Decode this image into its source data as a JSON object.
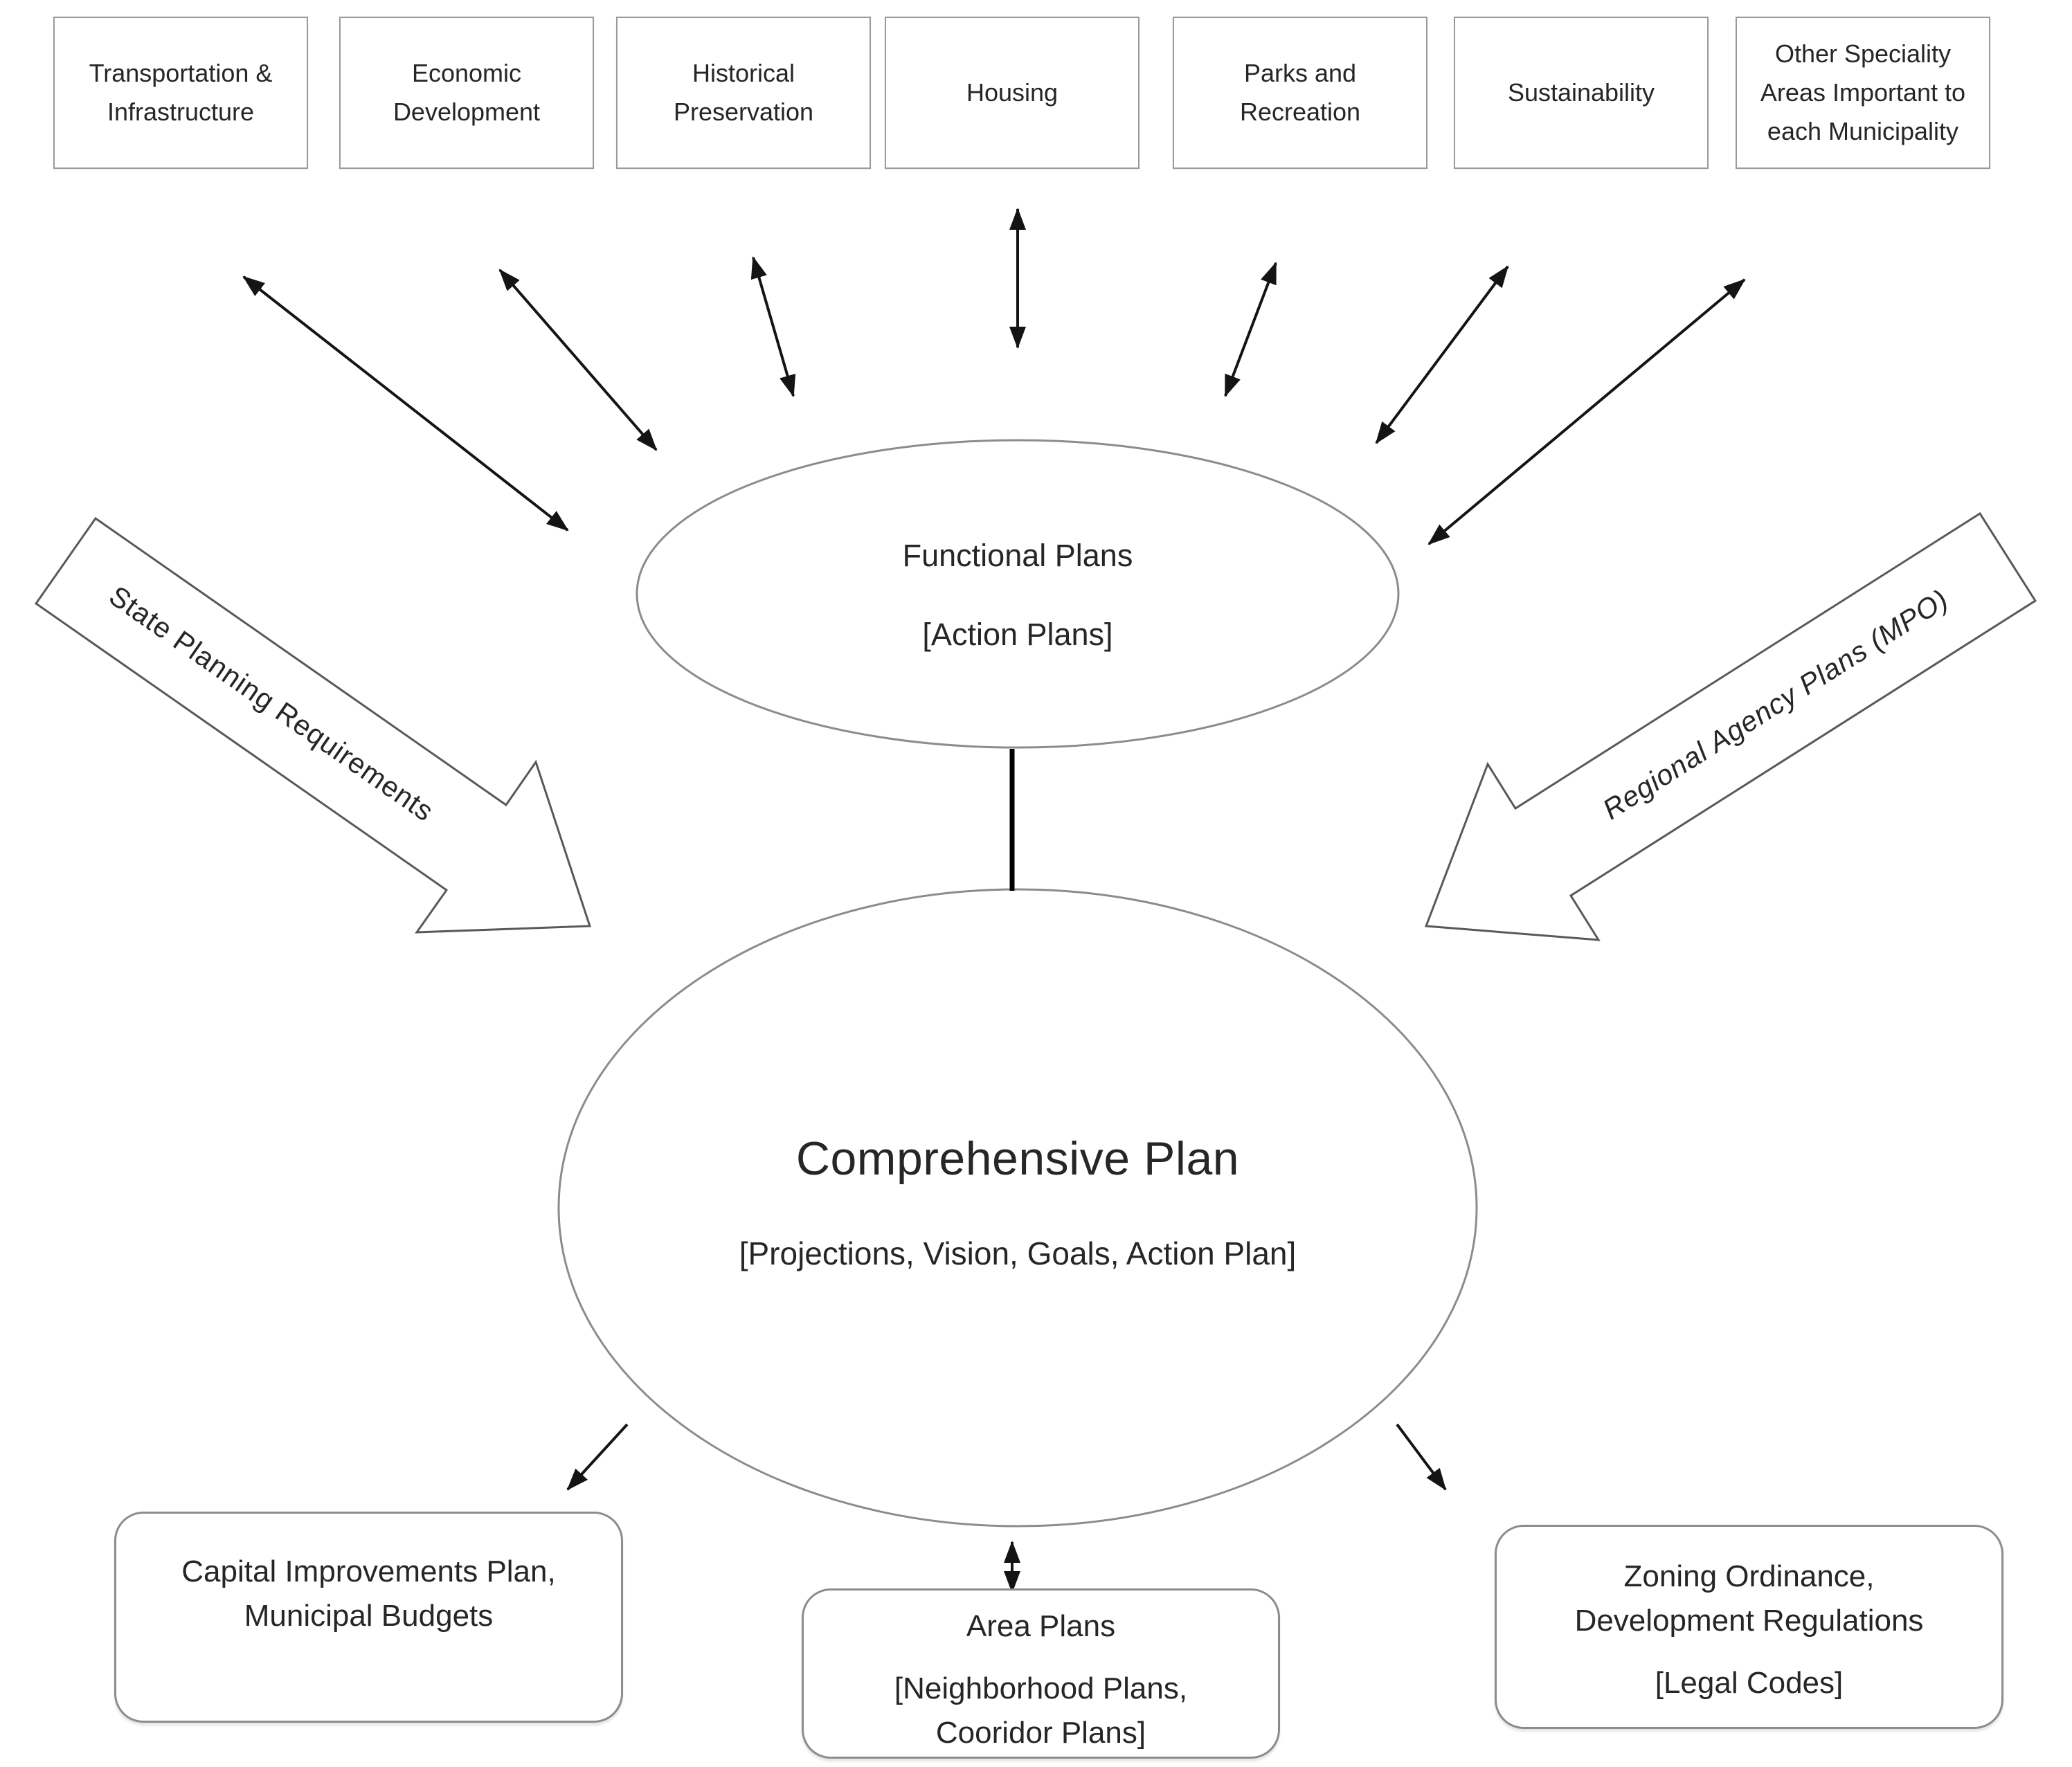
{
  "diagram": {
    "top_boxes": [
      "Transportation & Infrastructure",
      "Economic Development",
      "Historical Preservation",
      "Housing",
      "Parks and Recreation",
      "Sustainability",
      "Other Speciality Areas Important to each Municipality"
    ],
    "functional_ellipse": {
      "title": "Functional Plans",
      "subtitle": "[Action Plans]"
    },
    "comprehensive_ellipse": {
      "title": "Comprehensive Plan",
      "subtitle": "[Projections, Vision, Goals, Action Plan]"
    },
    "side_arrows": {
      "left": "State Planning Requirements",
      "right": "Regional Agency Plans (MPO)"
    },
    "bottom_boxes": [
      {
        "title": "Capital Improvements Plan, Municipal Budgets",
        "subtitle": ""
      },
      {
        "title": "Area Plans",
        "subtitle": "[Neighborhood Plans, Cooridor Plans]"
      },
      {
        "title": "Zoning Ordinance, Development Regulations",
        "subtitle": "[Legal Codes]"
      }
    ],
    "colors": {
      "ink": "#262626",
      "border_gray": "#9a9a9a",
      "stroke_gray": "#8c8c8c",
      "arrow_black": "#141414"
    }
  }
}
